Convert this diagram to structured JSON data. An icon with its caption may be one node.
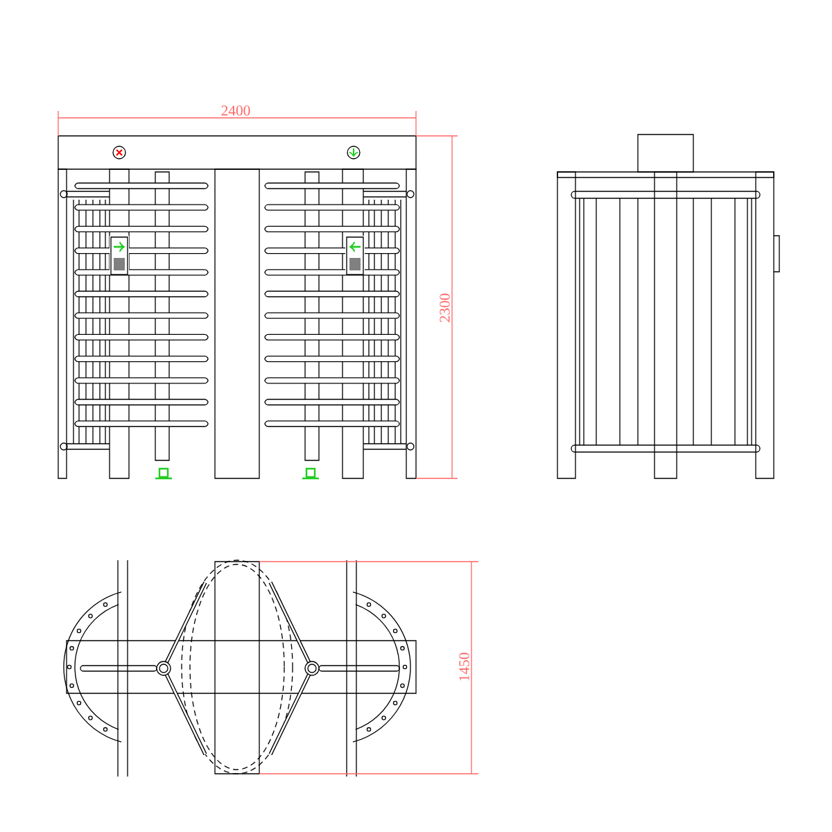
{
  "diagram": {
    "labels": [
      "2400",
      "2300",
      "1450"
    ]
  }
}
